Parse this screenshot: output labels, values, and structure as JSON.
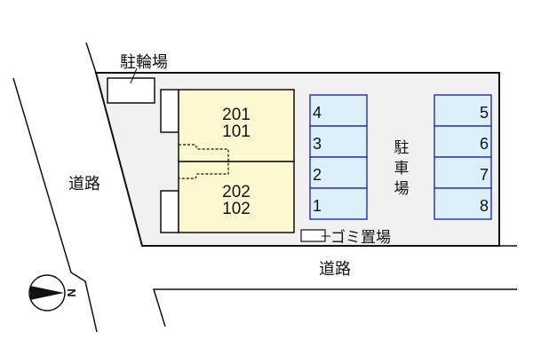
{
  "labels": {
    "bicycle_parking": "駐輪場",
    "road_west": "道路",
    "road_south": "道路",
    "parking": [
      "駐",
      "車",
      "場"
    ],
    "garbage": "ゴミ置場",
    "north": "N"
  },
  "units": {
    "north_block": [
      "201",
      "101"
    ],
    "south_block": [
      "202",
      "102"
    ]
  },
  "parking_spaces": {
    "left": [
      "4",
      "3",
      "2",
      "1"
    ],
    "right": [
      "5",
      "6",
      "7",
      "8"
    ]
  },
  "colors": {
    "lot": "#f1f1f1",
    "building": "#fdf8cf",
    "parking_fill": "#dcf0fc",
    "parking_border": "#2f3bb0",
    "line": "#111111"
  }
}
